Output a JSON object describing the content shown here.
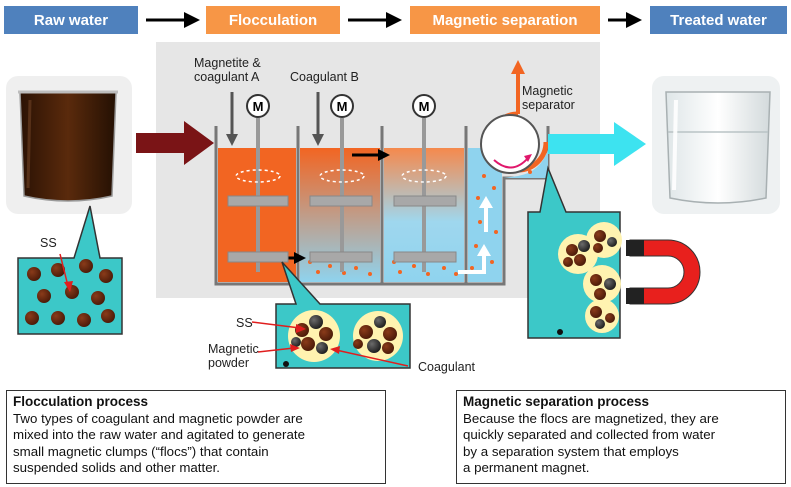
{
  "steps": {
    "raw_water": "Raw water",
    "flocculation": "Flocculation",
    "magnetic_separation": "Magnetic separation",
    "treated_water": "Treated water"
  },
  "labels": {
    "magnetite_coagulant_a": [
      "Magnetite &",
      "coagulant A"
    ],
    "coagulant_b": "Coagulant B",
    "motor": "M",
    "magnetic_separator": [
      "Magnetic",
      "separator"
    ],
    "ss_left": "SS",
    "ss_mid": "SS",
    "magnetic_powder": [
      "Magnetic",
      "powder"
    ],
    "coagulant": "Coagulant"
  },
  "flocculation_process": {
    "title": "Flocculation process",
    "lines": [
      "Two types of coagulant and magnetic powder are",
      "mixed into the raw water and agitated to generate",
      "small magnetic clumps (“flocs”) that contain",
      "suspended solids and other matter."
    ]
  },
  "magnetic_separation_process": {
    "title": "Magnetic separation process",
    "lines": [
      "Because the flocs are magnetized, they are",
      "quickly separated and collected from water",
      "by a separation system that employs",
      "a permanent magnet."
    ]
  },
  "colors": {
    "blue_box": "#4f81bd",
    "orange_box": "#f79646",
    "tank_orange": "#f26522",
    "tank_blue": "#8fd3ee",
    "callout_teal": "#3cc8c8",
    "raw_arrow": "#7a1416",
    "treated_arrow": "#3de3f0",
    "magnet_red": "#e8201d"
  }
}
